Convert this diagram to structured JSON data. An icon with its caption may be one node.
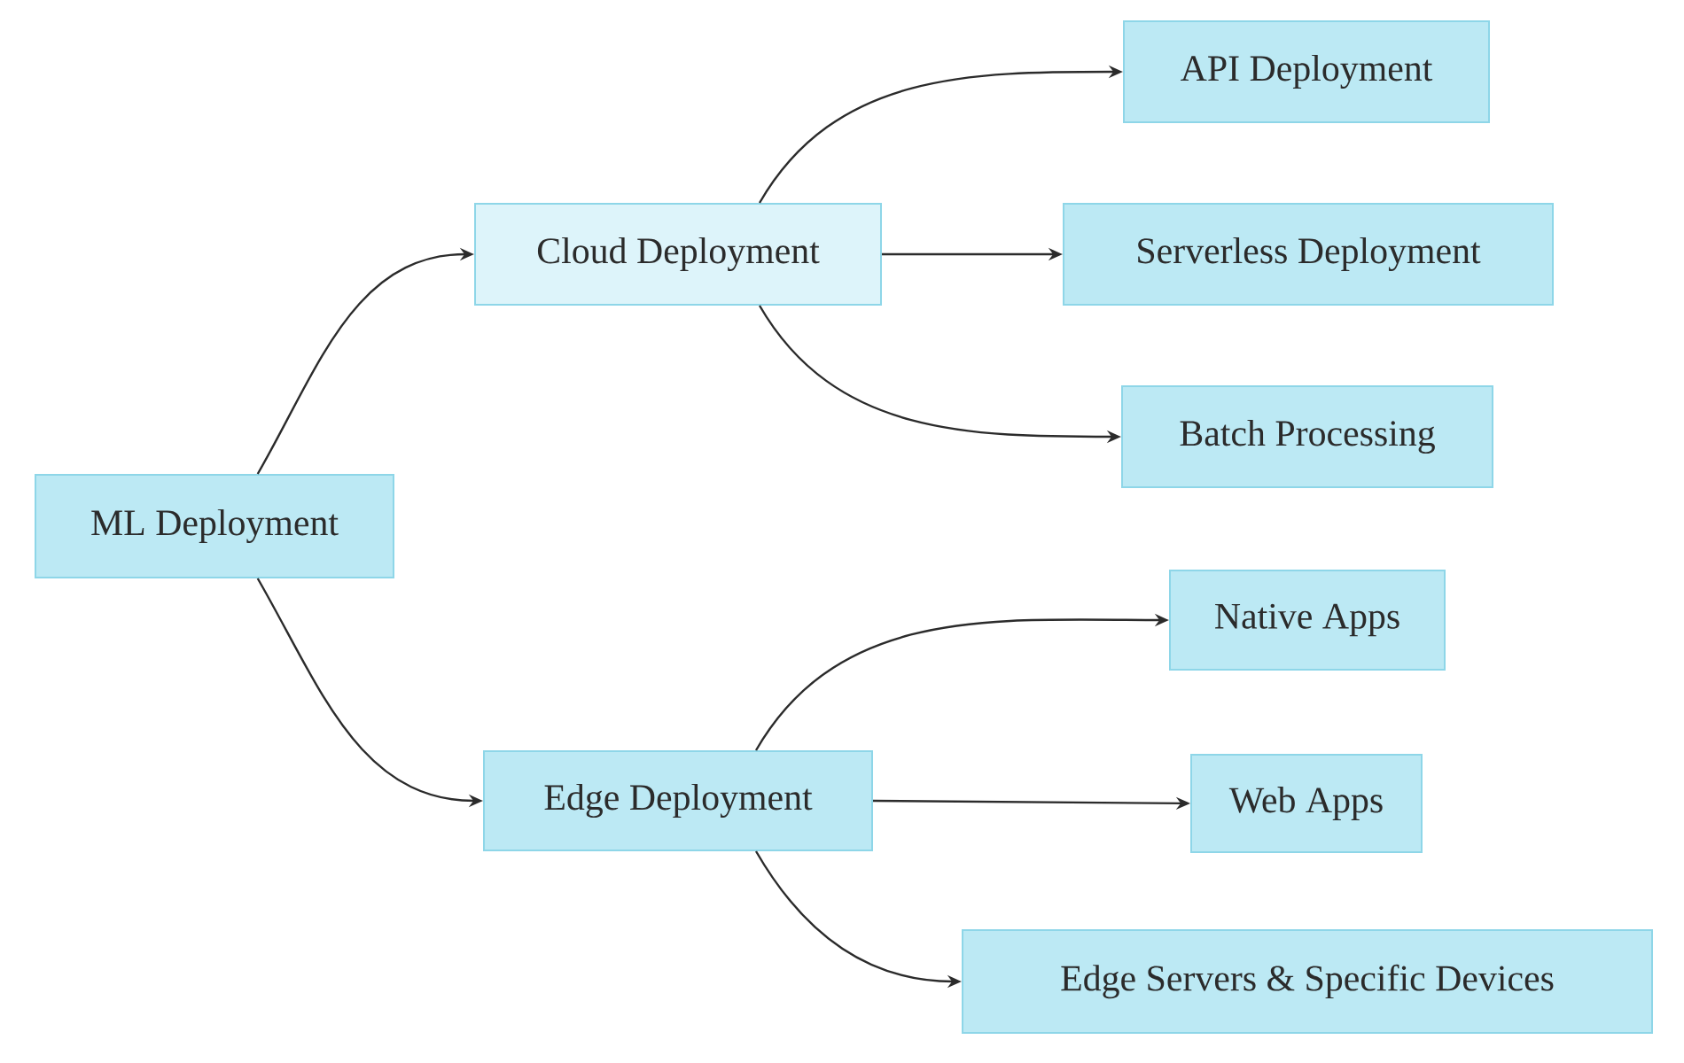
{
  "diagram": {
    "nodes": [
      {
        "text": [
          "ML Deployment"
        ]
      },
      {
        "text": [
          "Cloud Deployment"
        ]
      },
      {
        "text": [
          "Edge Deployment"
        ]
      },
      {
        "text": [
          "API Deployment"
        ]
      },
      {
        "text": [
          "Serverless Deployment"
        ]
      },
      {
        "text": [
          "Batch Processing"
        ]
      },
      {
        "text": [
          "Native Apps"
        ]
      },
      {
        "text": [
          "Web Apps"
        ]
      },
      {
        "text": [
          "Edge Servers & Specific Devices"
        ]
      }
    ],
    "edges": [
      {
        "from": 0,
        "to": 1,
        "arrow": "to"
      },
      {
        "from": 0,
        "to": 2,
        "arrow": "to"
      },
      {
        "from": 1,
        "to": 3,
        "arrow": "to"
      },
      {
        "from": 1,
        "to": 4,
        "arrow": "to"
      },
      {
        "from": 1,
        "to": 5,
        "arrow": "to"
      },
      {
        "from": 2,
        "to": 6,
        "arrow": "to"
      },
      {
        "from": 2,
        "to": 7,
        "arrow": "to"
      },
      {
        "from": 2,
        "to": 8,
        "arrow": "to"
      }
    ]
  }
}
